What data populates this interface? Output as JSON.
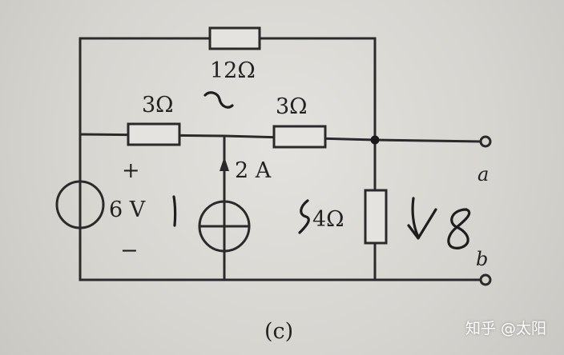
{
  "labels": {
    "r_top": "12Ω",
    "r_left": "3Ω",
    "r_mid": "3Ω",
    "r_right": "4Ω",
    "current": "2 A",
    "voltage": "6 V",
    "plus": "+",
    "minus": "−",
    "terminal_a": "a",
    "terminal_b": "b",
    "caption": "(c)"
  },
  "watermark": "知乎 @太阳",
  "handwriting": {
    "tilde": "~",
    "mark_4": "ϟ",
    "digit": "8"
  }
}
